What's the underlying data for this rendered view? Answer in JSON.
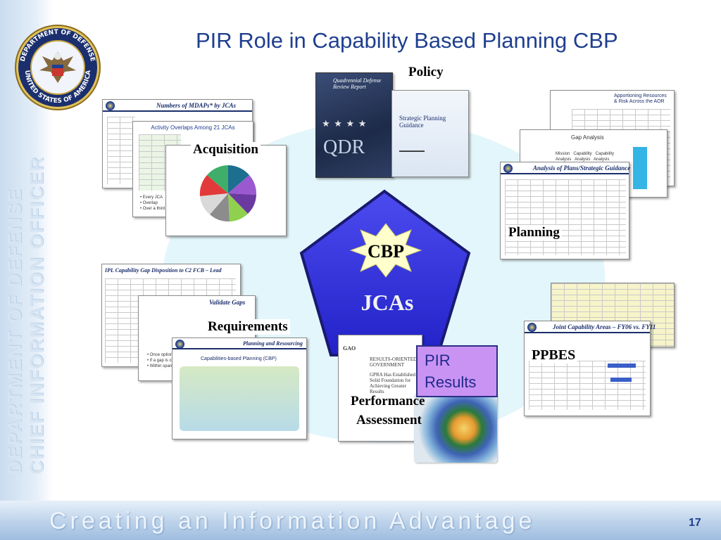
{
  "slide": {
    "title": "PIR Role in Capability Based Planning CBP",
    "page_number": "17",
    "tagline": "Creating an Information Advantage",
    "side_text_line1": "DEPARTMENT OF DEFENSE",
    "side_text_line2": "CHIEF INFORMATION OFFICER",
    "seal_text_top": "DEPARTMENT OF DEFENSE",
    "seal_text_bottom": "UNITED STATES OF AMERICA"
  },
  "diagram": {
    "center_star": "CBP",
    "center_label": "JCAs",
    "segments": {
      "policy": "Policy",
      "acquisition": "Acquisition",
      "planning": "Planning",
      "requirements": "Requirements",
      "ppbes": "PPBES",
      "performance_line1": "Performance",
      "performance_line2": "Assessment"
    },
    "pir_results_line1": "PIR",
    "pir_results_line2": "Results"
  },
  "thumbnails": {
    "qdr_cover_title": "Quadrennial Defense Review Report",
    "qdr_cover_big": "QDR",
    "spg_title": "Strategic Planning Guidance",
    "mdap_title": "Numbers of MDAPs* by JCAs",
    "overlap_title": "Activity Overlaps Among 21 JCAs",
    "apportioning_title": "Apportioning Resources & Risk Across the AOR",
    "gap_analysis_title": "Gap Analysis",
    "plans_title": "Analysis of Plans/Strategic Guidance",
    "ipl_title": "IPL Capability Gap Disposition to C2 FCB – Lead",
    "validate_title": "Validate Gaps",
    "planning_resourcing_title": "Planning and Resourcing",
    "cbp_doc_title": "Capabilities-based Planning (CBP)",
    "jca_ppbes_title": "Joint Capability Areas – FY06 vs. FY11",
    "gao_title": "RESULTS-ORIENTED GOVERNMENT",
    "gao_subtitle": "GPRA Has Established a Solid Foundation for Achieving Greater Results",
    "gao_label": "GAO"
  },
  "colors": {
    "title": "#1f3f8f",
    "pentagon": "#3333dd",
    "circle": "#e3f6fb",
    "pir_box": "#c993f3",
    "star": "#ffffcc"
  }
}
